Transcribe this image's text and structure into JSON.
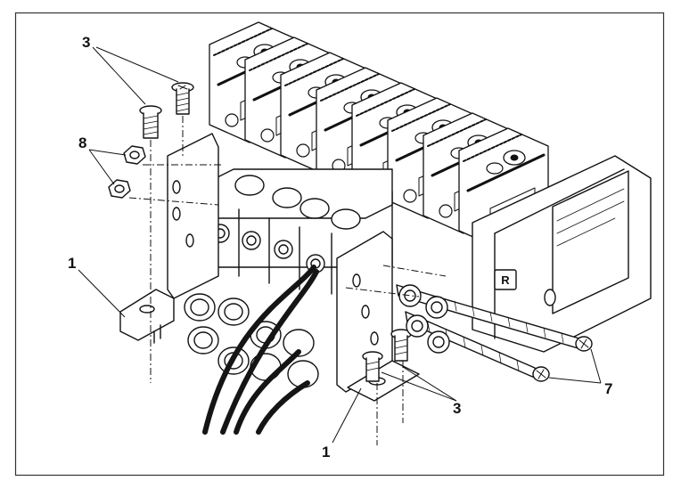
{
  "diagram": {
    "callouts": [
      {
        "id": "c3a",
        "text": "3"
      },
      {
        "id": "c8",
        "text": "8"
      },
      {
        "id": "c1a",
        "text": "1"
      },
      {
        "id": "c3b",
        "text": "3"
      },
      {
        "id": "c1b",
        "text": "1"
      },
      {
        "id": "c7",
        "text": "7"
      }
    ],
    "exhaust_port_label": "R"
  },
  "colors": {
    "stroke": "#111111",
    "frame": "#333333",
    "fill": "#ffffff",
    "hose": "#151515"
  }
}
